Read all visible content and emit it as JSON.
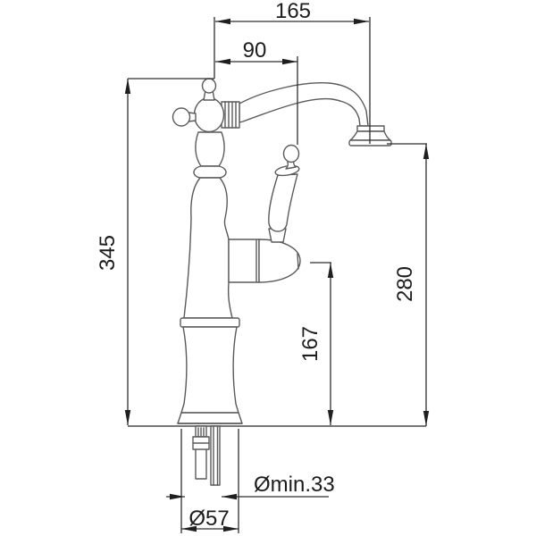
{
  "diagram": {
    "kind": "faucet-technical-drawing",
    "labels": {
      "spout_reach_total": "165",
      "spout_reach_inner": "90",
      "total_height": "345",
      "outlet_height": "280",
      "body_height": "167",
      "hole_min_diameter": "Ømin.33",
      "base_diameter": "Ø57"
    },
    "colors": {
      "background": "#ffffff",
      "outline": "#5a5a5a",
      "dimension_lines": "#2e2e2e",
      "text": "#1c1c1c"
    }
  }
}
